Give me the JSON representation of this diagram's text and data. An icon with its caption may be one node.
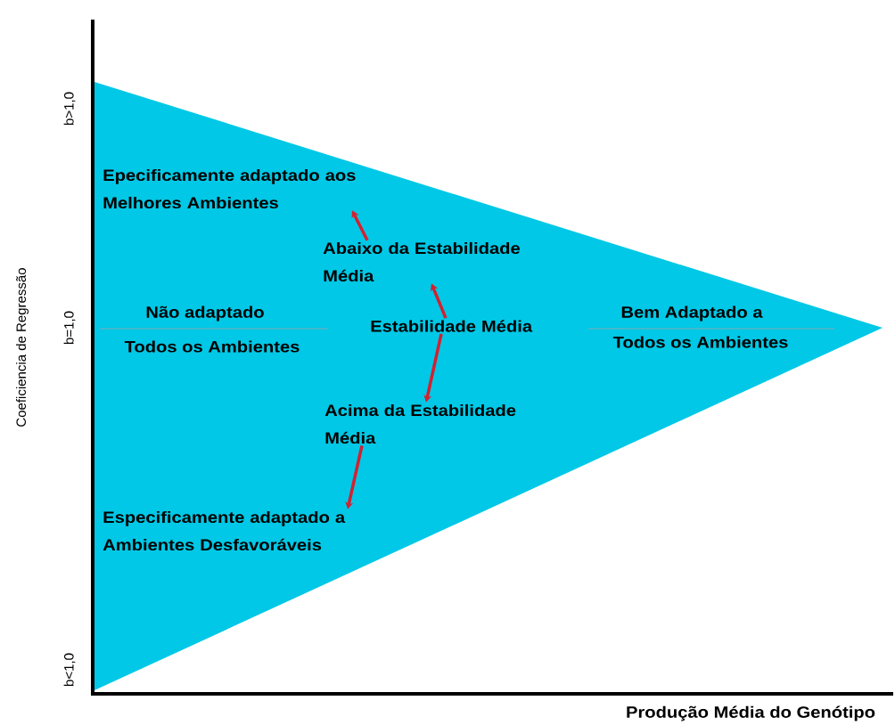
{
  "diagram": {
    "nodes": [
      {
        "text": [
          "Epecificamente adaptado aos Melhores Ambientes"
        ]
      },
      {
        "text": [
          "Abaixo da Estabilidade Média"
        ]
      },
      {
        "text": [
          "Estabilidade Média"
        ]
      },
      {
        "text": [
          "Acima da Estabilidade Média"
        ]
      },
      {
        "text": [
          "Especificamente adaptado a Ambientes Desfavoráveis"
        ]
      }
    ],
    "edges": [
      {
        "from": 1,
        "to": 0,
        "arrow": "to"
      },
      {
        "from": 2,
        "to": 1,
        "arrow": "to"
      },
      {
        "from": 2,
        "to": 3,
        "arrow": "to"
      },
      {
        "from": 3,
        "to": 4,
        "arrow": "to"
      }
    ],
    "labels": [
      "b>1,0",
      "Coeficiencia de Regressão",
      "Não adaptado",
      "b=1,0",
      "Bem Adaptado a",
      "Todos os Ambientes",
      "Todos os Ambientes",
      "b<1,0",
      "Produção Média do Genótipo"
    ]
  }
}
